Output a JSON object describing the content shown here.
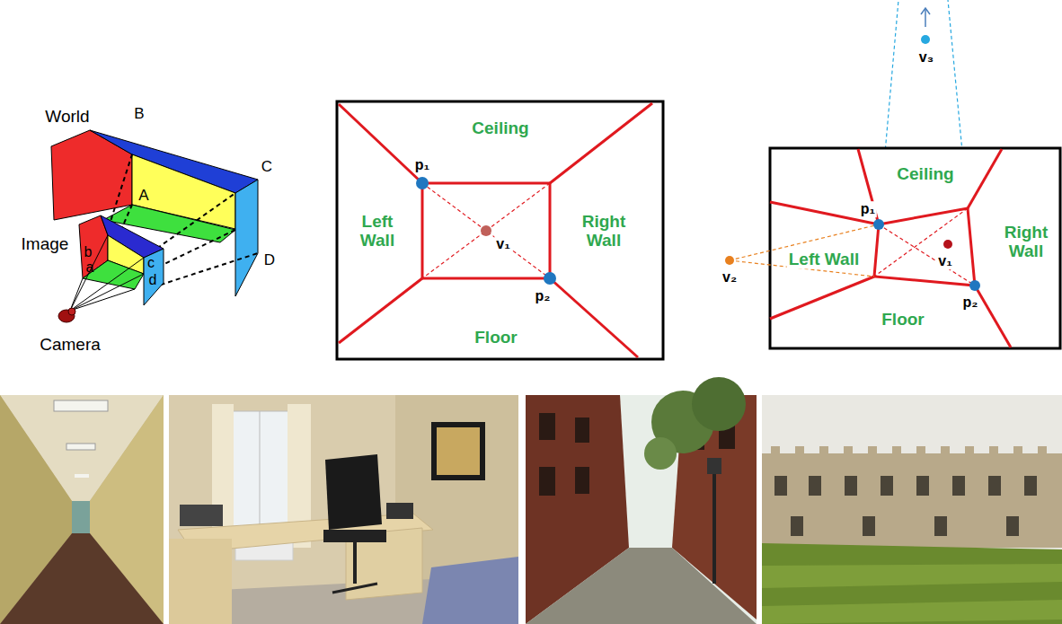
{
  "diagram": {
    "labels": [
      "World",
      "B",
      "C",
      "A",
      "Image",
      "b",
      "a",
      "c",
      "d",
      "D",
      "Camera",
      "Ceiling",
      "p₁",
      "Left Wall",
      "v₁",
      "Right Wall",
      "p₂",
      "Floor",
      "v₃",
      "Ceiling",
      "p₁",
      "Right Wall",
      "v₂",
      "Left Wall",
      "v₁",
      "Floor",
      "p₂"
    ]
  }
}
